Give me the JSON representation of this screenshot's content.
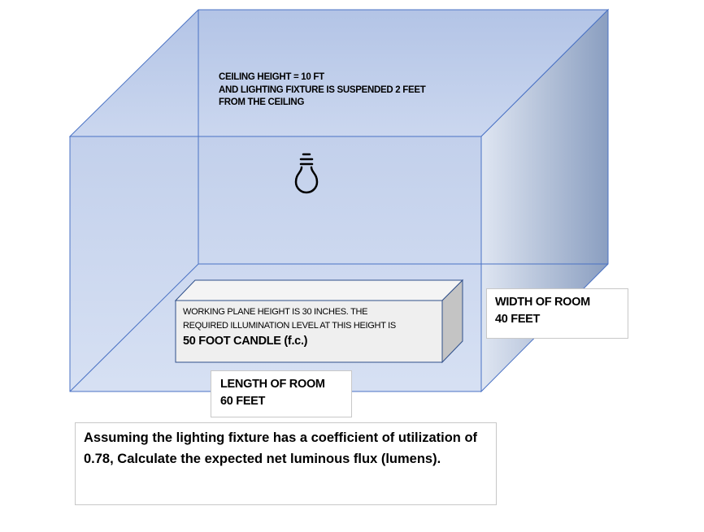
{
  "ceiling_note": {
    "line1": "CEILING HEIGHT = 10  FT",
    "line2": "AND LIGHTING FIXTURE IS SUSPENDED 2 FEET",
    "line3": "FROM THE CEILING"
  },
  "working_plane": {
    "line1": "WORKING PLANE HEIGHT IS 30 INCHES. THE",
    "line2": "REQUIRED ILLUMINATION LEVEL AT THIS HEIGHT IS",
    "line3": "50 FOOT CANDLE (f.c.)"
  },
  "width_label": {
    "line1": "WIDTH OF ROOM",
    "line2": "40 FEET"
  },
  "length_label": {
    "line1": "LENGTH OF ROOM",
    "line2": "60 FEET"
  },
  "question": "Assuming the lighting fixture has a coefficient of utilization  of 0.78, Calculate  the expected net luminous flux (lumens).",
  "icons": {
    "fixture": "light-bulb-icon"
  },
  "colors": {
    "room_edge": "#4a72c4",
    "room_fill": "#c7d4ee",
    "box_fill": "#f0f0f0"
  }
}
